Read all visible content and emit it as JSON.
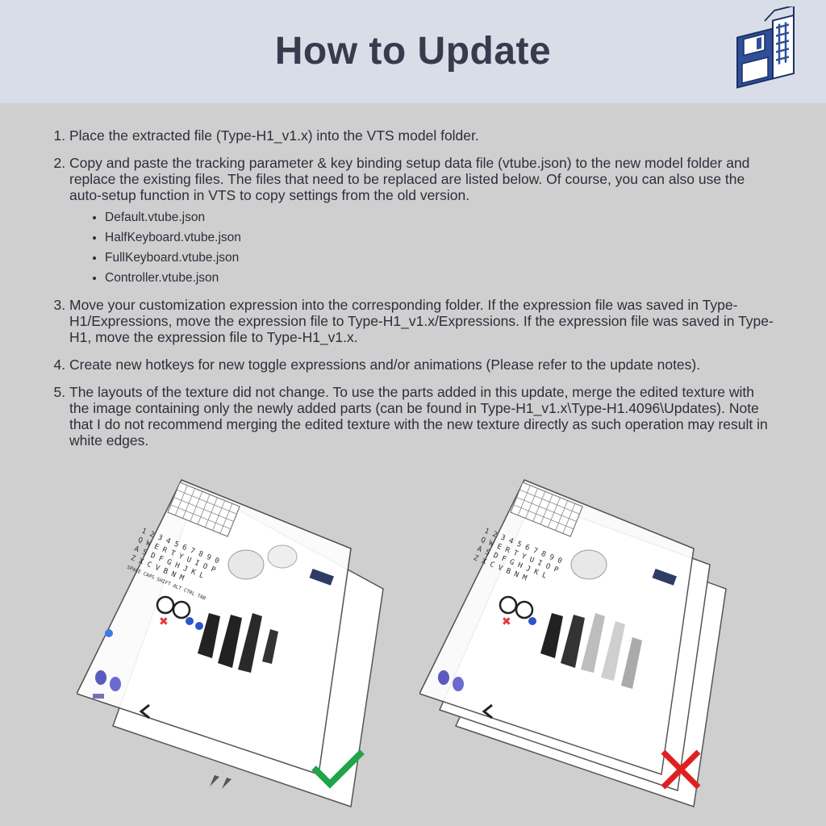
{
  "header": {
    "title": "How to Update"
  },
  "steps": [
    "Place the extracted file (Type-H1_v1.x) into the VTS model folder.",
    "Copy and paste the tracking parameter & key binding setup data file (vtube.json) to the new model folder and replace the existing files. The files that need to be replaced are listed below. Of course, you can also use the auto-setup function in VTS to copy settings from the old version.",
    "Move your customization expression into the corresponding folder. If the expression file was saved in Type-H1/Expressions, move the expression file to Type-H1_v1.x/Expressions. If the expression file was saved in Type-H1, move the expression file to Type-H1_v1.x.",
    "Create new hotkeys for new toggle expressions and/or animations (Please refer to the update notes).",
    "The layouts of the texture did not change. To use the parts added in this update, merge the edited texture with the image containing only the newly added parts (can be found in Type-H1_v1.x\\Type-H1.4096\\Updates). Note that I do not recommend merging the edited texture with the new texture directly as such operation may result in white edges."
  ],
  "files": [
    "Default.vtube.json",
    "HalfKeyboard.vtube.json",
    "FullKeyboard.vtube.json",
    "Controller.vtube.json"
  ],
  "illustration": {
    "texture_rows": [
      "1 2 3 4 5 6 7 8 9 0",
      "Q W E R T Y U I O P",
      "A S D F G H J K L",
      "Z X C V B N M",
      "SPACE CAPS SHIFT ALT CTRL TAB"
    ],
    "correct_icon": "check-mark-icon",
    "wrong_icon": "cross-mark-icon",
    "colors": {
      "check": "#1fa44a",
      "cross": "#e02020"
    }
  },
  "colors": {
    "header_bg": "#d8dde8",
    "title": "#363c4d",
    "grid": "#cfcfcf"
  }
}
